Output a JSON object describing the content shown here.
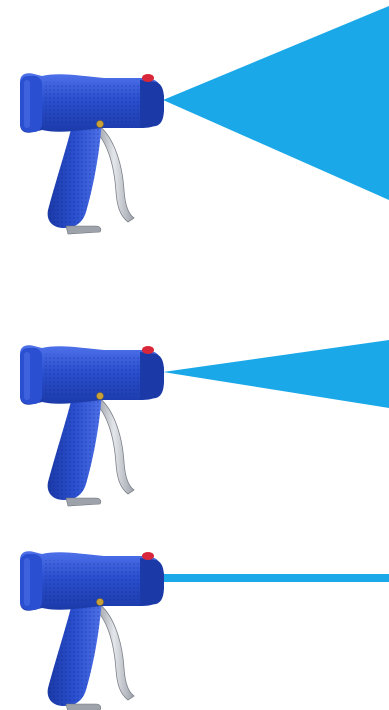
{
  "image": {
    "background": "#ffffff",
    "product": "spray-gun",
    "body_color": "#2a4fd0",
    "body_highlight": "#4f72ea",
    "body_shadow": "#1b3aa8",
    "trigger_color": "#b8bcc4",
    "button_color": "#d8273a",
    "spray_color": "#1aa8e8"
  },
  "panels": [
    {
      "pattern": "wide-cone",
      "spread": 0.85
    },
    {
      "pattern": "narrow-cone",
      "spread": 0.4
    },
    {
      "pattern": "straight-jet",
      "spread": 0.05
    }
  ]
}
